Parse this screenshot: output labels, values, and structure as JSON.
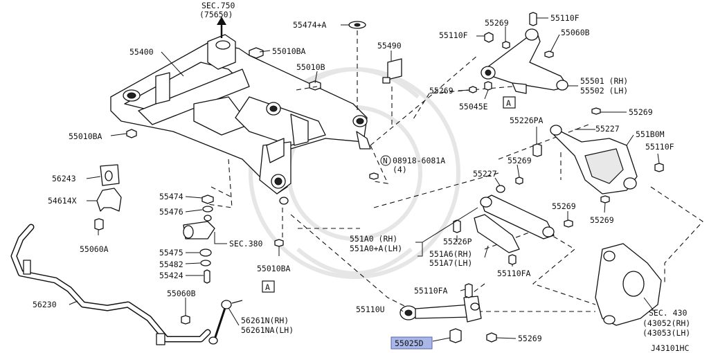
{
  "labels": {
    "sec750": "SEC.750",
    "p75650": "(75650)",
    "p55400": "55400",
    "p55010BA_a": "55010BA",
    "p55010B": "55010B",
    "p55010BA_b": "55010BA",
    "p55474A": "55474+A",
    "p55490": "55490",
    "p08918_a": "08918-6081A",
    "p08918_b": "(4)",
    "p55269_a": "55269",
    "p55110F_a": "55110F",
    "p55110F_b": "55110F",
    "p55060B_a": "55060B",
    "p55501": "55501 (RH)",
    "p55502": "55502 (LH)",
    "p55269_b": "55269",
    "p55045E": "55045E",
    "p55269_c": "55269",
    "p55226PA": "55226PA",
    "p55227_a": "55227",
    "p551B0M": "551B0M",
    "p55110F_c": "55110F",
    "p55269_d": "55269",
    "p55227_b": "55227",
    "p55269_e": "55269",
    "p55269_f": "55269",
    "p56243": "56243",
    "p54614X": "54614X",
    "p55060A": "55060A",
    "p55474": "55474",
    "p55476": "55476",
    "sec380": "SEC.380",
    "p55475": "55475",
    "p55482": "55482",
    "p55424": "55424",
    "p55010BA_c": "55010BA",
    "p551A0_a": "551A0      (RH)",
    "p551A0_b": "551A0+A(LH)",
    "p55226P": "55226P",
    "p551A6": "551A6(RH)",
    "p551A7": "551A7(LH)",
    "p55110FA_a": "55110FA",
    "p56230": "56230",
    "p55060B_b": "55060B",
    "p56261N": "56261N(RH)",
    "p56261NA": "56261NA(LH)",
    "p55110FA_b": "55110FA",
    "p55110U": "55110U",
    "p55025D": "55025D",
    "p55269_g": "55269",
    "sec430": "SEC. 430",
    "p43052": "(43052(RH)",
    "p43053": "(43053(LH)",
    "code": "J43101HC",
    "ref_a1": "A",
    "ref_a2": "A",
    "circ_n": "N"
  },
  "highlight_color": "#a9b6e8"
}
